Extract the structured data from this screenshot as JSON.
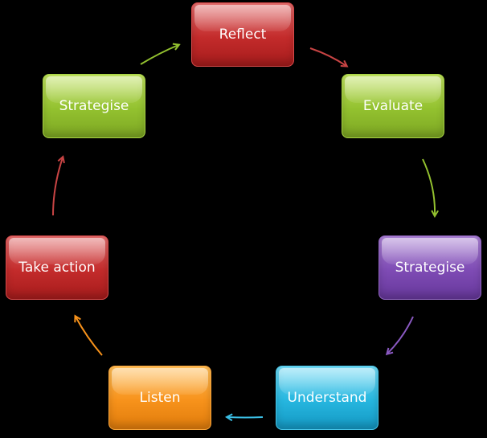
{
  "nodes": {
    "reflect": "Reflect",
    "evaluate": "Evaluate",
    "strategise_right": "Strategise",
    "understand": "Understand",
    "listen": "Listen",
    "take_action": "Take action",
    "strategise_left": "Strategise"
  },
  "colors": {
    "background": "#000000",
    "red": "#c32b2b",
    "green": "#93c12f",
    "purple": "#7e4bb4",
    "cyan": "#26b6df",
    "orange": "#f7921b",
    "text": "#ffffff"
  },
  "cycle_order": [
    "Reflect",
    "Evaluate",
    "Strategise",
    "Understand",
    "Listen",
    "Take action",
    "Strategise"
  ]
}
